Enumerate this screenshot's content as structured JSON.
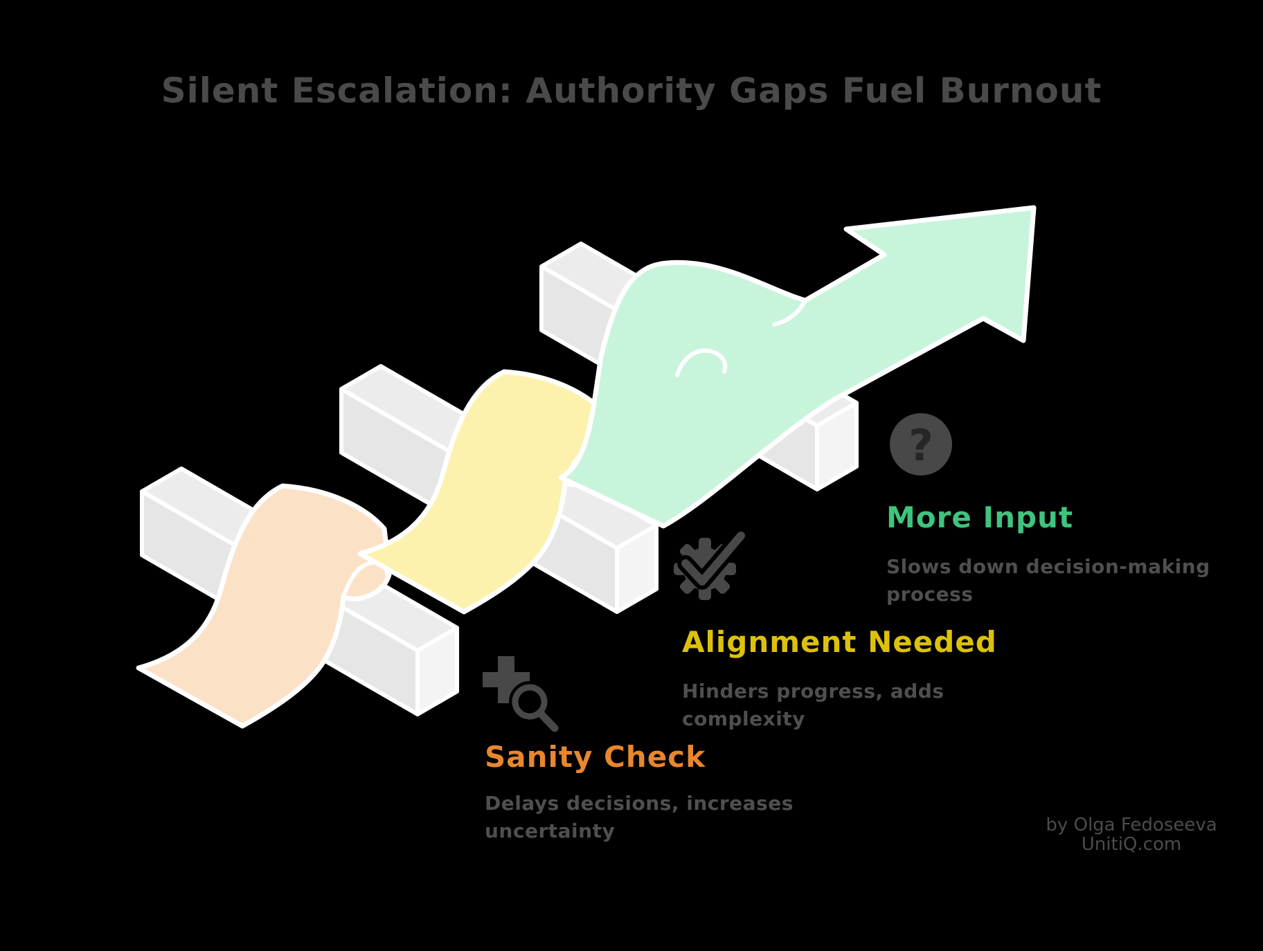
{
  "title": "Silent Escalation: Authority Gaps Fuel Burnout",
  "steps": [
    {
      "label": "Sanity Check",
      "description_lines": [
        "Delays decisions, increases",
        "uncertainty"
      ],
      "accent": "#E8872E",
      "ribbon": "#FBE2C7",
      "icon": "plus-magnifier-icon"
    },
    {
      "label": "Alignment Needed",
      "description_lines": [
        "Hinders progress, adds",
        "complexity"
      ],
      "accent": "#DCC10C",
      "ribbon": "#FCF2AE",
      "icon": "gear-check-icon"
    },
    {
      "label": "More Input",
      "description_lines": [
        "Slows down decision-making",
        "process"
      ],
      "accent": "#3FC47E",
      "ribbon": "#C9F4DC",
      "icon": "question-circle-icon"
    }
  ],
  "arrow_color": "#C9F4DC",
  "attribution": {
    "line1": "by Olga Fedoseeva",
    "line2": "UnitiQ.com"
  },
  "icons": {
    "question_glyph": "?"
  },
  "colors": {
    "background": "#000000",
    "title": "#4A4A4A",
    "description": "#4F4F4F",
    "attribution": "#4C4C4C",
    "outline": "#FFFFFF",
    "bar_top": "#ECECEC",
    "bar_front": "#E6E6E6",
    "bar_end": "#F4F4F4",
    "icon_gray": "#484848",
    "icon_dark": "#262626"
  }
}
